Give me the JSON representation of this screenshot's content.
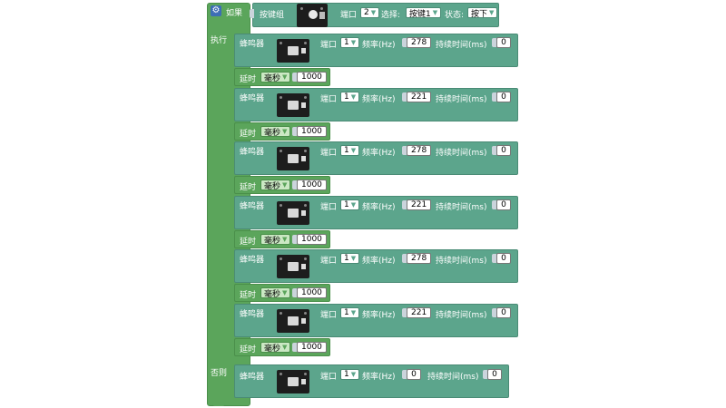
{
  "if_block": {
    "if_label": "如果",
    "then_label": "执行",
    "else_label": "否则",
    "condition": {
      "label": "按键组",
      "port_label": "端口",
      "port_value": "2",
      "select_label": "选择:",
      "select_value": "按键1",
      "state_label": "状态:",
      "state_value": "按下"
    }
  },
  "buzzer_label": "蜂鸣器",
  "port_label": "端口",
  "freq_label": "频率(Hz)",
  "duration_label": "持续时间(ms)",
  "delay_label": "延时",
  "delay_unit": "毫秒",
  "steps": [
    {
      "port": "1",
      "freq": "278",
      "duration": "0",
      "delay": "1000"
    },
    {
      "port": "1",
      "freq": "221",
      "duration": "0",
      "delay": "1000"
    },
    {
      "port": "1",
      "freq": "278",
      "duration": "0",
      "delay": "1000"
    },
    {
      "port": "1",
      "freq": "221",
      "duration": "0",
      "delay": "1000"
    },
    {
      "port": "1",
      "freq": "278",
      "duration": "0",
      "delay": "1000"
    },
    {
      "port": "1",
      "freq": "221",
      "duration": "0",
      "delay": "1000"
    }
  ],
  "else_step": {
    "port": "1",
    "freq": "0",
    "duration": "0"
  },
  "colors": {
    "if_block": "#5ba55b",
    "buzzer_block": "#5ca58c",
    "gear": "#3d6db5"
  }
}
